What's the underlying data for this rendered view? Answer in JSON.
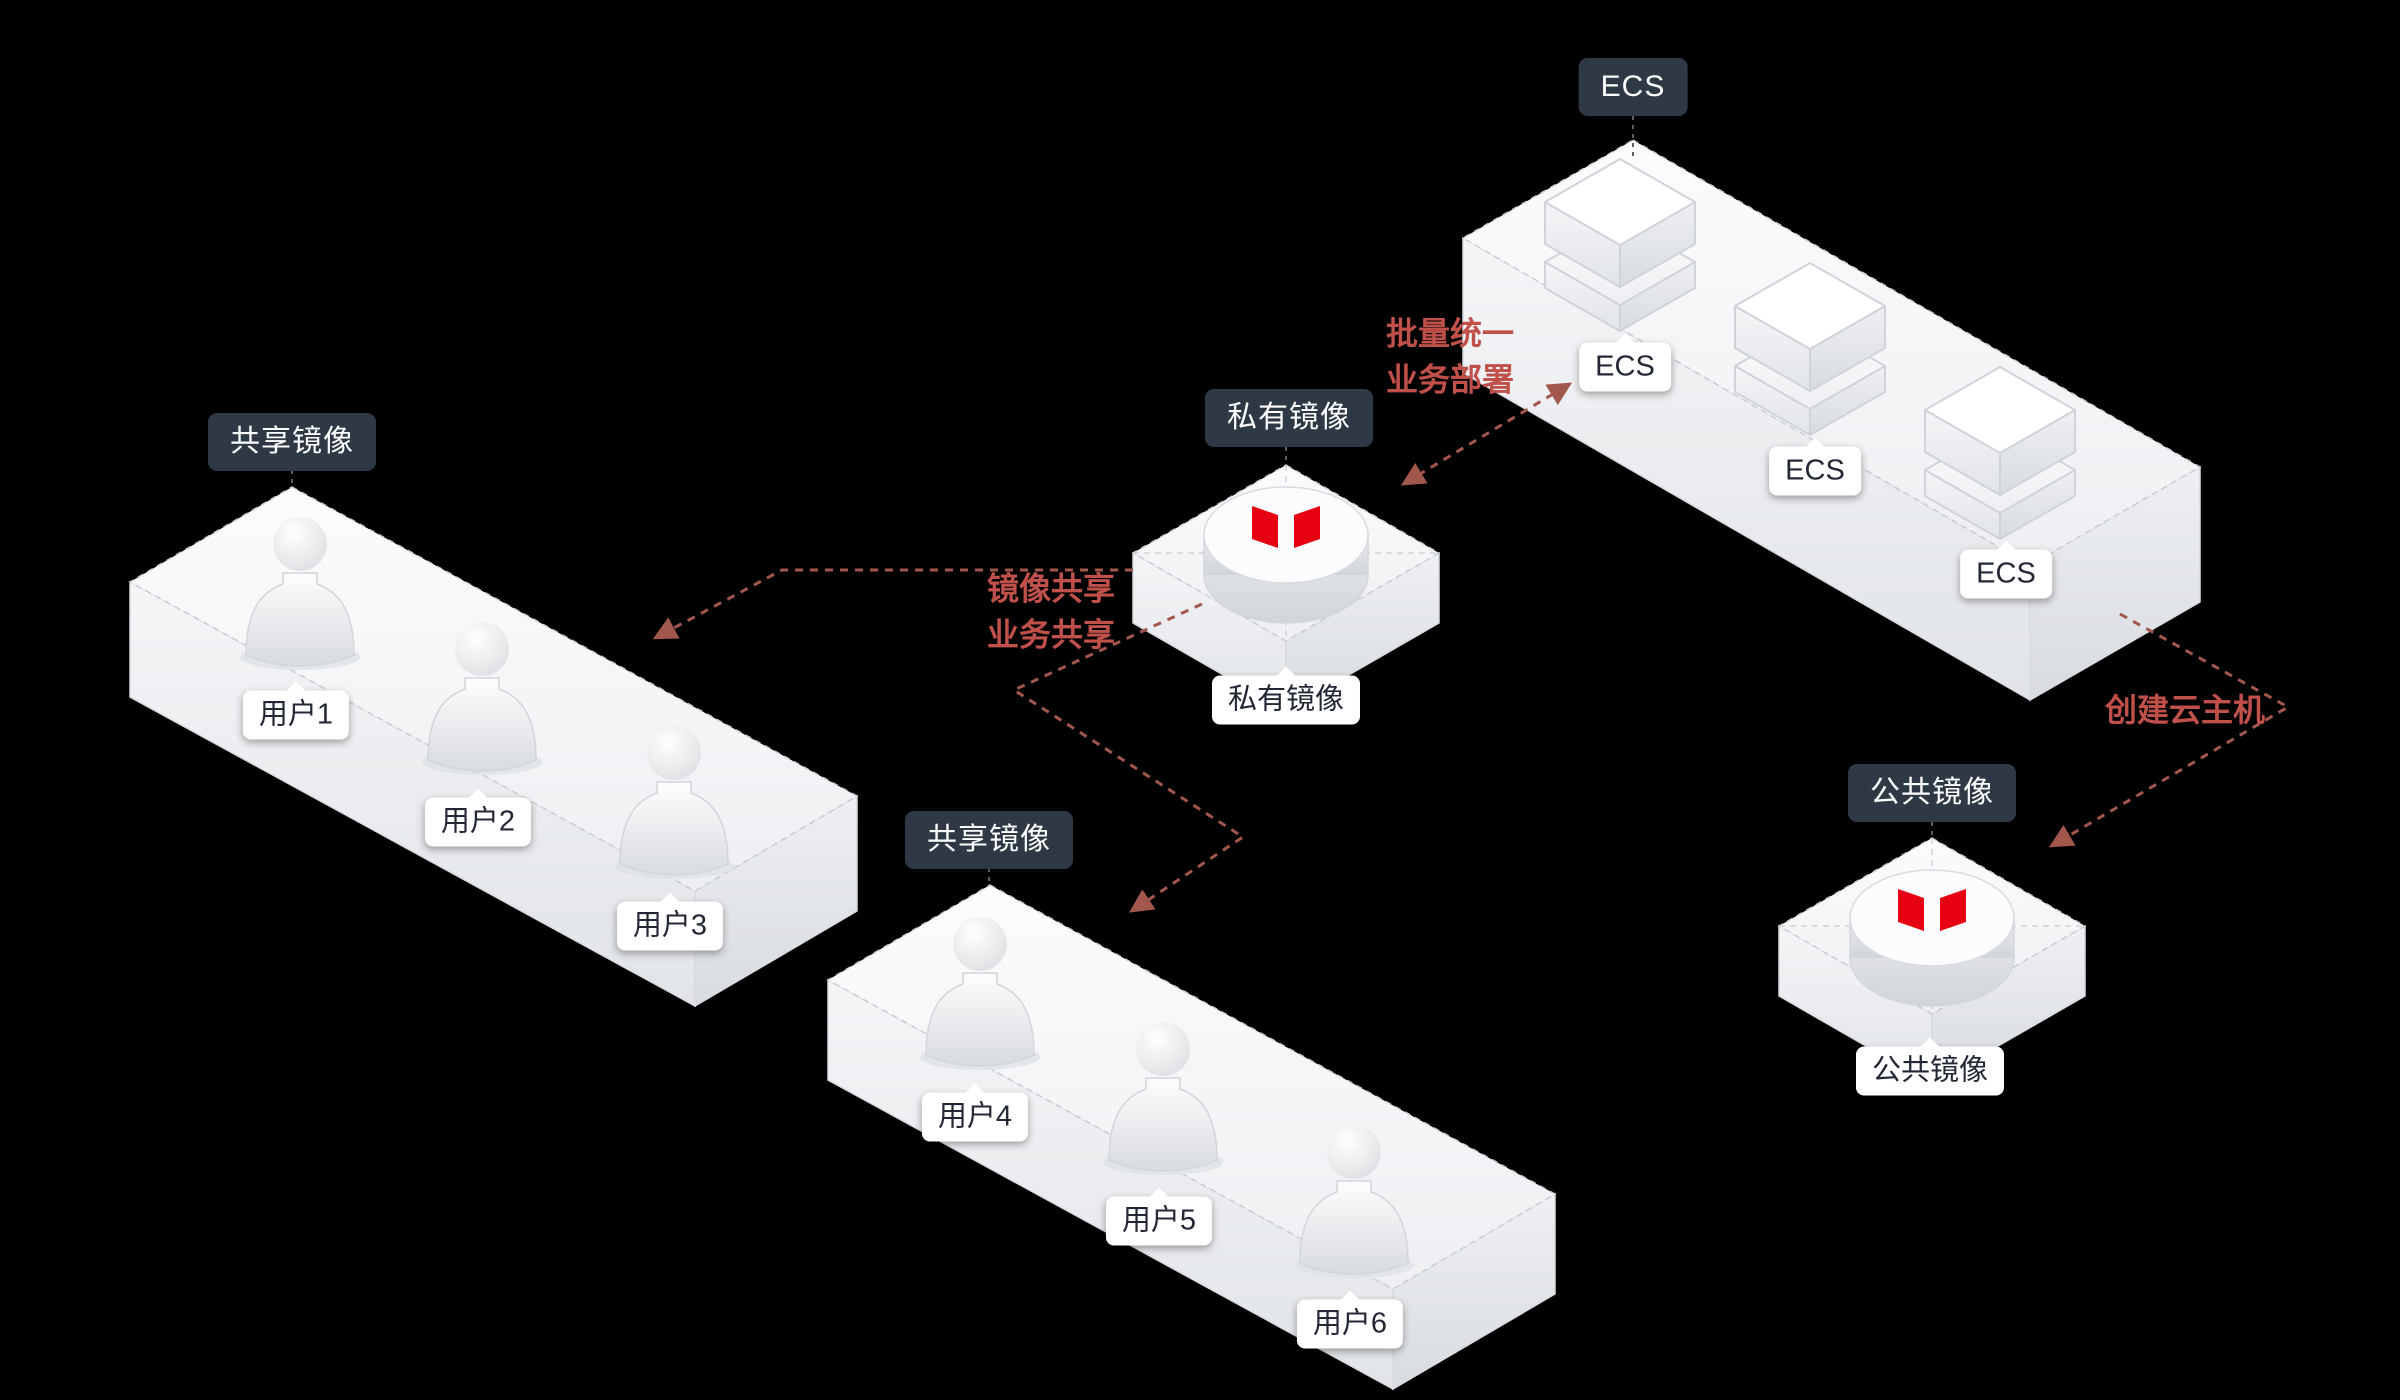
{
  "nodes": {
    "ecs_cluster": {
      "group_label": "ECS",
      "servers": [
        {
          "tag": "ECS"
        },
        {
          "tag": "ECS"
        },
        {
          "tag": "ECS"
        }
      ]
    },
    "shared_image_group_1": {
      "group_label": "共享镜像",
      "users": [
        {
          "tag": "用户1"
        },
        {
          "tag": "用户2"
        },
        {
          "tag": "用户3"
        }
      ]
    },
    "shared_image_group_2": {
      "group_label": "共享镜像",
      "users": [
        {
          "tag": "用户4"
        },
        {
          "tag": "用户5"
        },
        {
          "tag": "用户6"
        }
      ]
    },
    "private_image": {
      "group_label": "私有镜像",
      "tag": "私有镜像"
    },
    "public_image": {
      "group_label": "公共镜像",
      "tag": "公共镜像"
    }
  },
  "edges": {
    "batch_deploy": {
      "line1": "批量统一",
      "line2": "业务部署"
    },
    "share": {
      "line1": "镜像共享",
      "line2": "业务共享"
    },
    "create_host": {
      "label": "创建云主机"
    }
  },
  "colors": {
    "background": "#000000",
    "edge_text": "#c0504a",
    "edge_line": "#a2574d",
    "group_label_bg": "#2f3946",
    "group_label_text": "#ffffff",
    "tag_bg": "#ffffff",
    "tag_text": "#222835",
    "logo_red": "#e60012"
  }
}
